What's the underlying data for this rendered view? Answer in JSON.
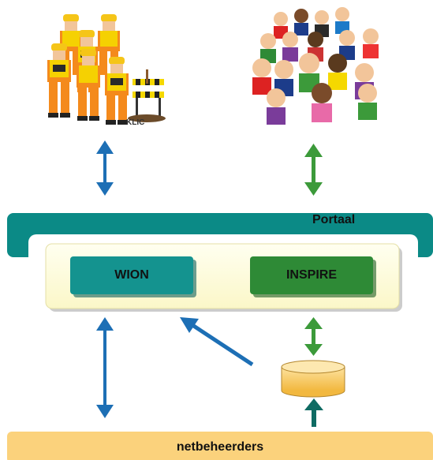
{
  "portal": {
    "label": "Portaal",
    "color": "#0b8a86"
  },
  "systems": {
    "wion": {
      "label": "WION",
      "color": "#14938f"
    },
    "inspire": {
      "label": "INSPIRE",
      "color": "#2e8a36"
    }
  },
  "network_operators": {
    "label": "netbeheerders",
    "color": "#fbd27c"
  },
  "workers_group": {
    "sign_text": "KLIC"
  },
  "colors": {
    "blue_arrow": "#1d6fb5",
    "green_arrow": "#3c9a3a",
    "teal_arrow": "#0f6b63",
    "inner_panel": "#ffffd8",
    "database": "#f6c659"
  }
}
